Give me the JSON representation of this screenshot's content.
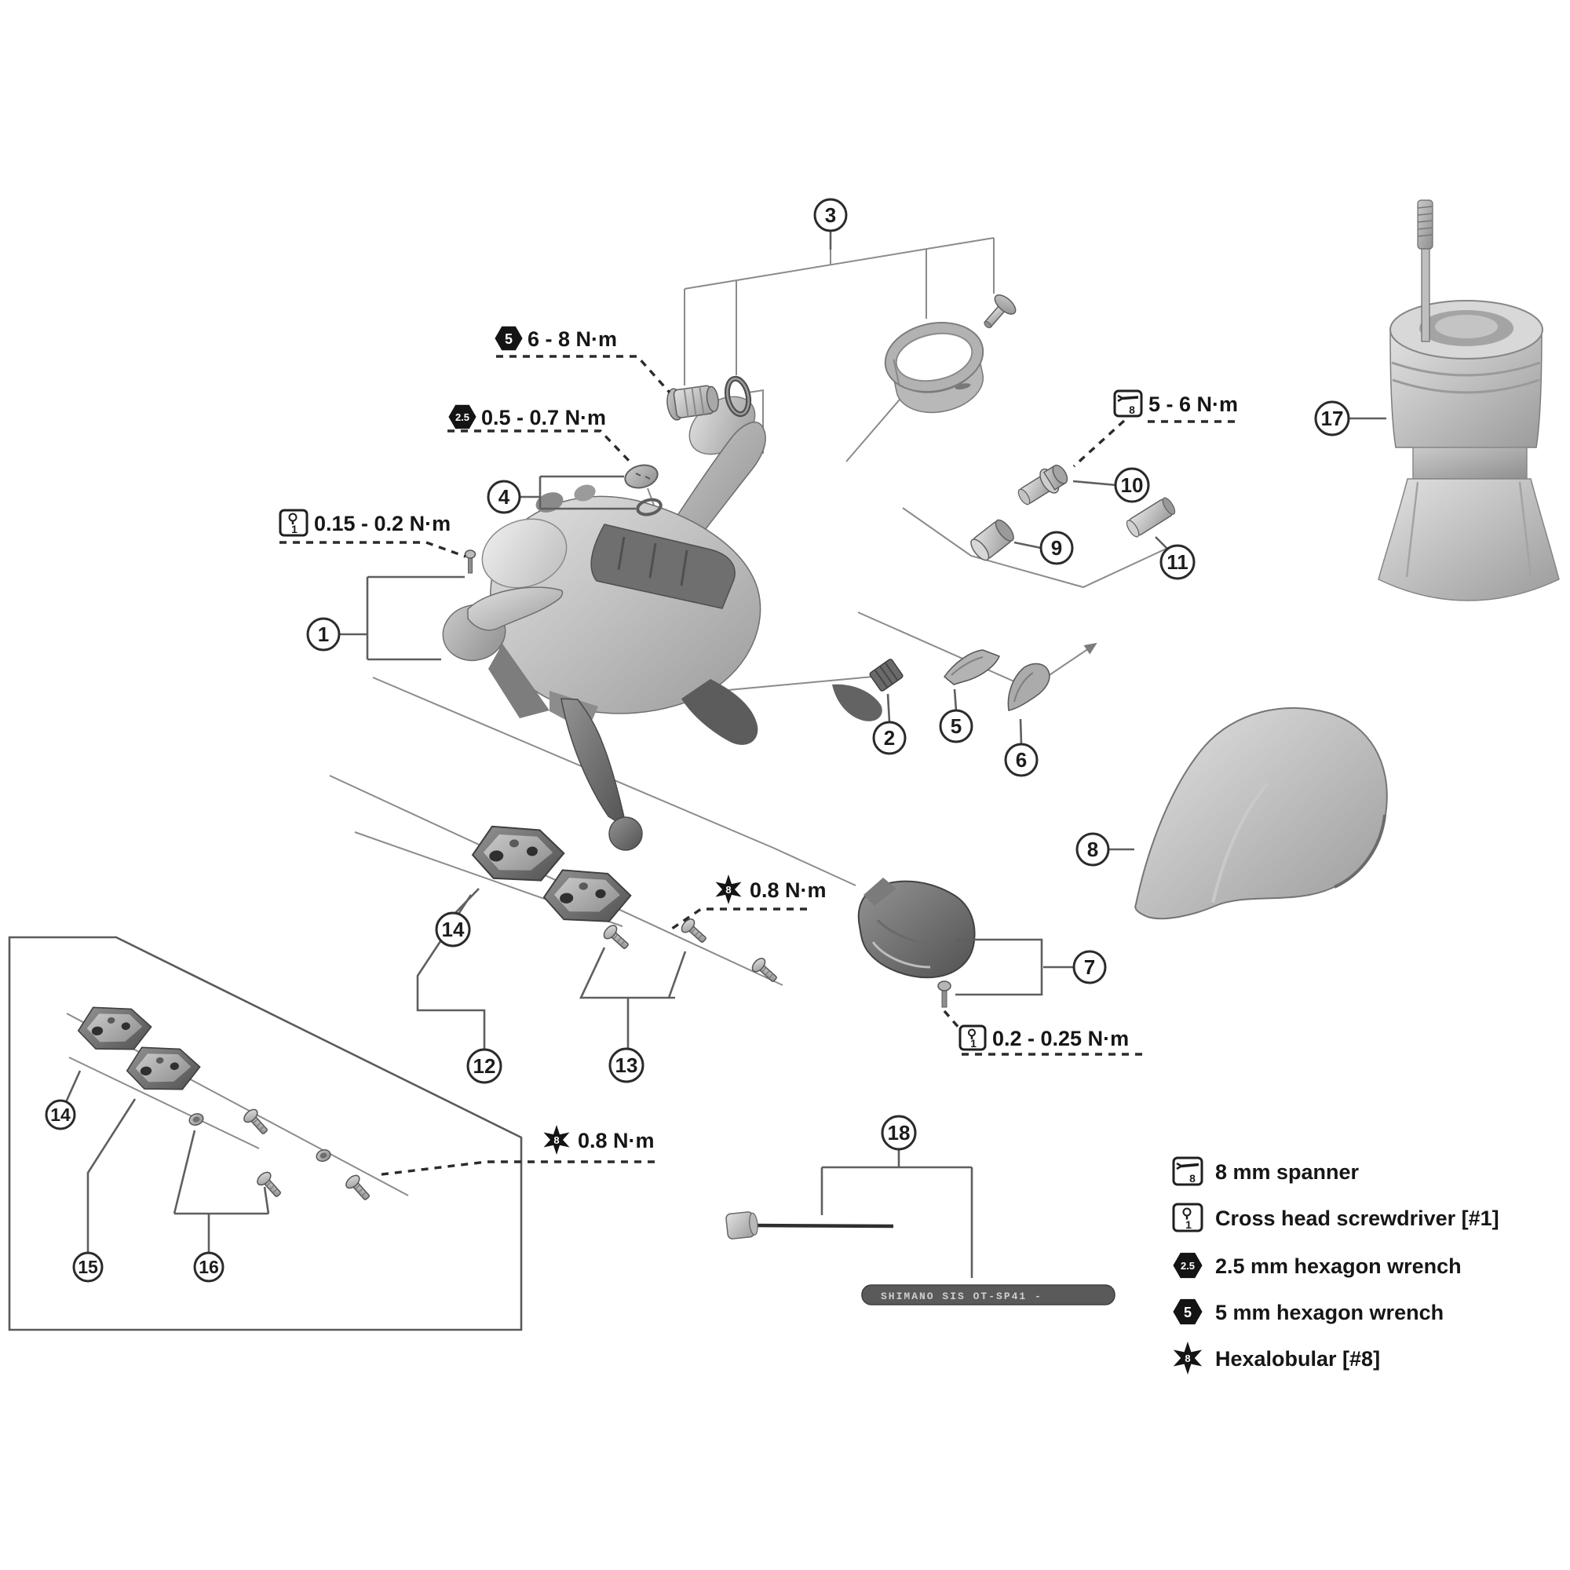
{
  "callouts": {
    "c1": "1",
    "c2": "2",
    "c3": "3",
    "c4": "4",
    "c5": "5",
    "c6": "6",
    "c7": "7",
    "c8": "8",
    "c9": "9",
    "c10": "10",
    "c11": "11",
    "c12": "12",
    "c13": "13",
    "c14": "14",
    "c14_inset": "14",
    "c15": "15",
    "c16": "16",
    "c17": "17",
    "c18": "18"
  },
  "torque_labels": {
    "clamp_bolt": {
      "tool_glyph": "5",
      "value": "6 - 8 N·m"
    },
    "name_plate": {
      "tool_glyph": "2.5",
      "value": "0.5 - 0.7 N·m"
    },
    "lever_screw": {
      "tool_glyph": "1",
      "value": "0.15 - 0.2 N·m"
    },
    "cable_fixing": {
      "tool_glyph": "8",
      "value": "5 - 6 N·m"
    },
    "switch_upper": {
      "tool_glyph": "8",
      "value": "0.8 N·m"
    },
    "switch_lower": {
      "tool_glyph": "8",
      "value": "0.8 N·m"
    },
    "cover_screw": {
      "tool_glyph": "1",
      "value": "0.2 - 0.25 N·m"
    }
  },
  "legend": {
    "items": [
      {
        "icon": "spanner-icon",
        "glyph": "8",
        "label": "8 mm spanner"
      },
      {
        "icon": "cross-head-screwdriver-icon",
        "glyph": "1",
        "label": "Cross head screwdriver [#1]"
      },
      {
        "icon": "hexagon-wrench-icon",
        "glyph": "2.5",
        "label": "2.5 mm hexagon wrench"
      },
      {
        "icon": "hexagon-wrench-icon",
        "glyph": "5",
        "label": "5 mm hexagon wrench"
      },
      {
        "icon": "hexalobular-icon",
        "glyph": "8",
        "label": "Hexalobular [#8]"
      }
    ]
  },
  "cable": {
    "housing_print": "SHIMANO SIS OT-SP41 -"
  }
}
